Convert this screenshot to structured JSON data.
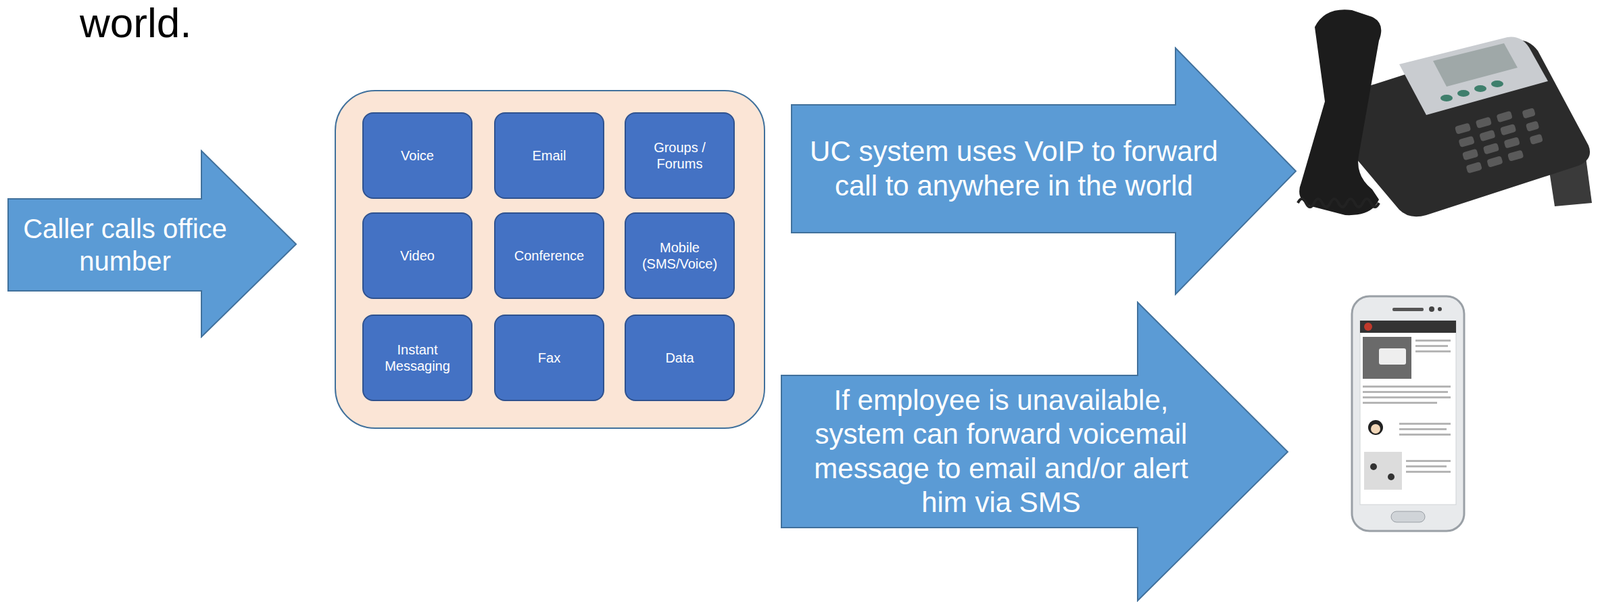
{
  "diagram": {
    "nodes": [
      {
        "text": [
          "Caller calls office number"
        ]
      },
      {
        "text": []
      },
      {
        "text": [
          "Voice"
        ],
        "in": 1
      },
      {
        "text": [
          "Email"
        ],
        "in": 1
      },
      {
        "text": [
          "Groups / Forums"
        ],
        "in": 1
      },
      {
        "text": [
          "Video"
        ],
        "in": 1
      },
      {
        "text": [
          "Conference"
        ],
        "in": 1
      },
      {
        "text": [
          "Mobile (SMS/Voice)"
        ],
        "in": 1
      },
      {
        "text": [
          "Instant Messaging"
        ],
        "in": 1
      },
      {
        "text": [
          "Fax"
        ],
        "in": 1
      },
      {
        "text": [
          "Data"
        ],
        "in": 1
      },
      {
        "text": [
          "UC system uses VoIP to forward call to anywhere in the world"
        ]
      },
      {
        "text": [
          "If employee is unavailable, system can forward voicemail message to email and/or alert him via SMS"
        ]
      }
    ],
    "labels": [
      "world."
    ]
  }
}
